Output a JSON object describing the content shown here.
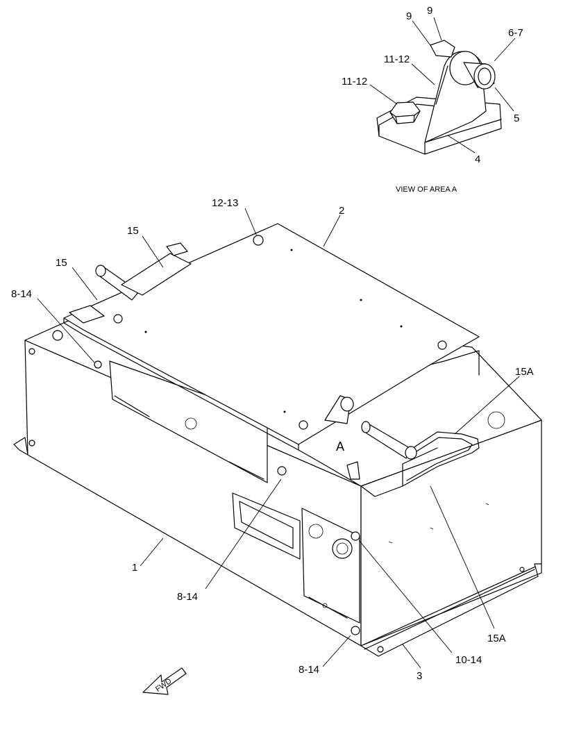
{
  "callouts": {
    "c9a": "9",
    "c9b": "9",
    "c67": "6-7",
    "c1112a": "11-12",
    "c1112b": "11-12",
    "c5": "5",
    "c4": "4",
    "c1213": "12-13",
    "c2": "2",
    "c15a": "15",
    "c15b": "15",
    "c814a": "8-14",
    "c15A_top": "15A",
    "c1": "1",
    "c814b": "8-14",
    "c15A_bottom": "15A",
    "c1014": "10-14",
    "c814c": "8-14",
    "c3": "3"
  },
  "view_caption": "VIEW OF AREA  A",
  "area_marker": "A",
  "fwd_label": "FWD"
}
